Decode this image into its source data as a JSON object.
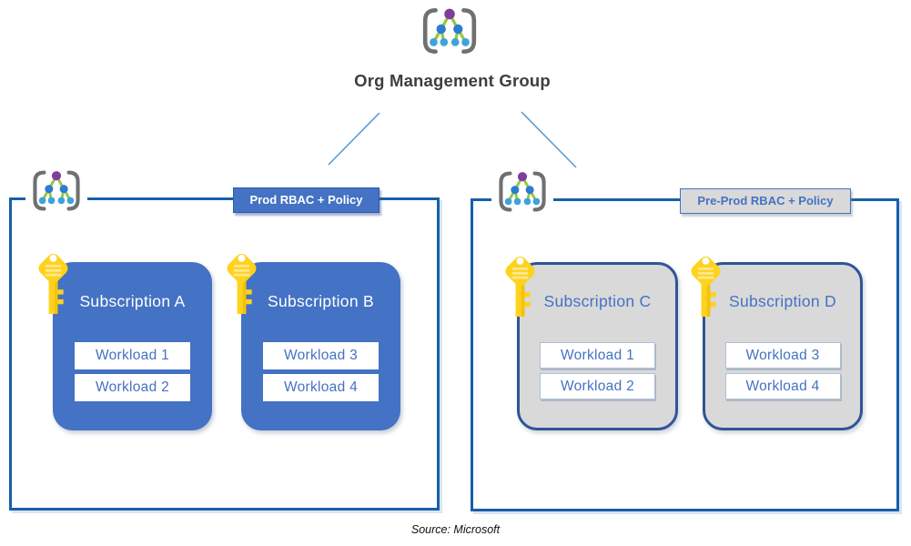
{
  "header": {
    "title": "Org Management Group"
  },
  "groups": [
    {
      "label": "Prod RBAC + Policy",
      "subscriptions": [
        {
          "name": "Subscription A",
          "workloads": [
            "Workload 1",
            "Workload 2"
          ]
        },
        {
          "name": "Subscription B",
          "workloads": [
            "Workload 3",
            "Workload 4"
          ]
        }
      ]
    },
    {
      "label": "Pre-Prod RBAC + Policy",
      "subscriptions": [
        {
          "name": "Subscription C",
          "workloads": [
            "Workload 1",
            "Workload 2"
          ]
        },
        {
          "name": "Subscription D",
          "workloads": [
            "Workload 3",
            "Workload 4"
          ]
        }
      ]
    }
  ],
  "footer": {
    "source": "Source: Microsoft"
  },
  "icons": {
    "management_group": "management-group-icon",
    "key": "key-icon"
  },
  "colors": {
    "accent_blue": "#4472C4",
    "container_border": "#1760A8",
    "gray_fill": "#D9D9D9",
    "gray_sub_border": "#2F5597",
    "connector_blue": "#5B9BD5",
    "key_yellow": "#FFD21C",
    "node_purple": "#7D3E9D",
    "node_blue": "#2B7CD3",
    "node_light_blue": "#3FA2DC",
    "edge_green": "#95C83C",
    "bracket_gray": "#6E7072"
  }
}
